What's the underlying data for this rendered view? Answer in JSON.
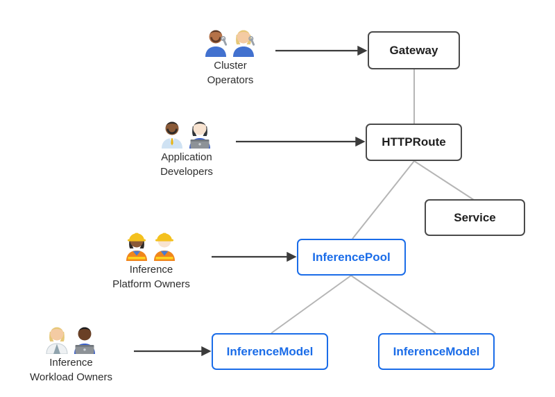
{
  "colors": {
    "accent_blue": "#1a6ce8",
    "node_border_dark": "#4a4a4a",
    "connector_gray": "#b5b5b5",
    "arrow_dark": "#3b3b3b",
    "background": "#ffffff"
  },
  "nodes": {
    "gateway": {
      "label": "Gateway",
      "style": "dark"
    },
    "httproute": {
      "label": "HTTPRoute",
      "style": "dark"
    },
    "service": {
      "label": "Service",
      "style": "dark"
    },
    "inferencepool": {
      "label": "InferencePool",
      "style": "blue"
    },
    "inferencemodel_left": {
      "label": "InferenceModel",
      "style": "blue"
    },
    "inferencemodel_right": {
      "label": "InferenceModel",
      "style": "blue"
    }
  },
  "edges": [
    {
      "from": "gateway",
      "to": "httproute",
      "type": "line"
    },
    {
      "from": "httproute",
      "to": "inferencepool",
      "type": "line"
    },
    {
      "from": "httproute",
      "to": "service",
      "type": "line"
    },
    {
      "from": "inferencepool",
      "to": "inferencemodel_left",
      "type": "line"
    },
    {
      "from": "inferencepool",
      "to": "inferencemodel_right",
      "type": "line"
    },
    {
      "from": "cluster-operators",
      "to": "gateway",
      "type": "arrow"
    },
    {
      "from": "application-developers",
      "to": "httproute",
      "type": "arrow"
    },
    {
      "from": "inference-platform-owners",
      "to": "inferencepool",
      "type": "arrow"
    },
    {
      "from": "inference-workload-owners",
      "to": "inferencemodel_left",
      "type": "arrow"
    }
  ],
  "personas": [
    {
      "id": "cluster-operators",
      "label_lines": [
        "Cluster",
        "Operators"
      ],
      "members": [
        {
          "icon": "man-mechanic-medium-skin-emoji",
          "skin": "#b57248",
          "hair": "#5f3a26",
          "beard": true,
          "long": false,
          "hat": false,
          "torso": "#4271cf",
          "accessory": "wrench"
        },
        {
          "icon": "woman-mechanic-blonde-emoji",
          "skin": "#f4cba3",
          "hair": "#e6c878",
          "beard": false,
          "long": true,
          "hat": false,
          "torso": "#4271cf",
          "accessory": "wrench"
        }
      ]
    },
    {
      "id": "application-developers",
      "label_lines": [
        "Application",
        "Developers"
      ],
      "members": [
        {
          "icon": "man-office-worker-dark-skin-emoji",
          "skin": "#8a5a38",
          "hair": "#2e2a28",
          "beard": true,
          "long": false,
          "hat": false,
          "torso": "#cfe2f3",
          "accessory": "tie"
        },
        {
          "icon": "woman-technologist-light-skin-emoji",
          "skin": "#f8e3d0",
          "hair": "#303438",
          "beard": false,
          "long": true,
          "hat": false,
          "torso": "#3a5fc8",
          "accessory": "laptop"
        }
      ]
    },
    {
      "id": "inference-platform-owners",
      "label_lines": [
        "Inference",
        "Platform Owners"
      ],
      "members": [
        {
          "icon": "woman-construction-worker-dark-skin-emoji",
          "skin": "#8a5a38",
          "hair": "#2e2a28",
          "beard": false,
          "long": true,
          "hat": true,
          "torso": "#4a7bd0",
          "accessory": "vest"
        },
        {
          "icon": "man-construction-worker-light-skin-emoji",
          "skin": "#f8e3d0",
          "hair": "#c8a15a",
          "beard": false,
          "long": false,
          "hat": true,
          "torso": "#4a7bd0",
          "accessory": "vest"
        }
      ]
    },
    {
      "id": "inference-workload-owners",
      "label_lines": [
        "Inference",
        "Workload Owners"
      ],
      "members": [
        {
          "icon": "scientist-blonde-emoji",
          "skin": "#f4cba3",
          "hair": "#e6c878",
          "beard": false,
          "long": true,
          "hat": false,
          "torso": "#eef1f3",
          "accessory": "coat"
        },
        {
          "icon": "man-technologist-dark-skin-emoji",
          "skin": "#6a4026",
          "hair": "#1b1c1e",
          "beard": false,
          "long": false,
          "hat": false,
          "torso": "#3a5fc8",
          "accessory": "laptop"
        }
      ]
    }
  ]
}
